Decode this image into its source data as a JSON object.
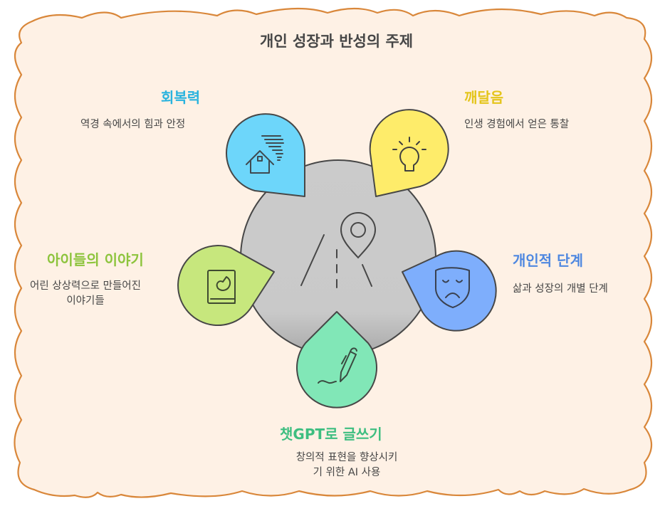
{
  "title": "개인 성장과 반성의 주제",
  "colors": {
    "background_fill": "#FEF1E5",
    "cloud_stroke": "#D9873A",
    "center_circle": "#C9C9C9",
    "outline": "#474747",
    "title_text": "#474747"
  },
  "center": {
    "icon": "road-with-location-pin-icon"
  },
  "topics": [
    {
      "id": "resilience",
      "heading": "회복력",
      "description": "역경 속에서의 힘과 안정",
      "heading_color": "#2AB3DE",
      "pin_color": "#6DD6FA",
      "icon": "house-in-storm-icon"
    },
    {
      "id": "insight",
      "heading": "깨달음",
      "description": "인생 경험에서 얻은 통찰",
      "heading_color": "#E4C51B",
      "pin_color": "#FEEC6A",
      "icon": "lightbulb-icon"
    },
    {
      "id": "childrens-stories",
      "heading": "아이들의 이야기",
      "description_line1": "어린 상상력으로 만들어진",
      "description_line2": "이야기들",
      "heading_color": "#8DC43D",
      "pin_color": "#C7E77D",
      "icon": "storybook-icon"
    },
    {
      "id": "personal-stages",
      "heading": "개인적 단계",
      "description": "삶과 성장의 개별 단계",
      "heading_color": "#4F88E0",
      "pin_color": "#7EAEFC",
      "icon": "sad-mask-icon"
    },
    {
      "id": "chatgpt-writing",
      "heading": "챗GPT로 글쓰기",
      "description_line1": "창의적 표현을 향상시키",
      "description_line2": "기 위한 AI 사용",
      "heading_color": "#3DBE80",
      "pin_color": "#81E7B7",
      "icon": "pen-writing-icon"
    }
  ]
}
